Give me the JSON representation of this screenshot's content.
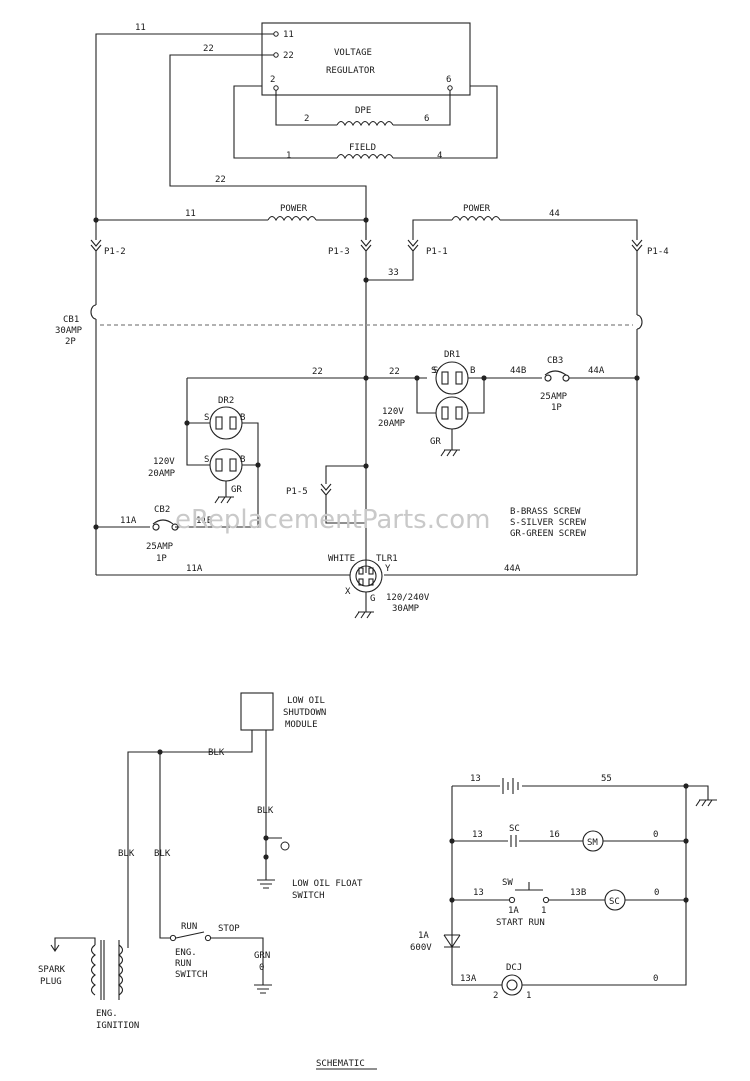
{
  "labels": {
    "vr_title1": "VOLTAGE",
    "vr_title2": "REGULATOR",
    "t11": "11",
    "t22": "22",
    "t2": "2",
    "t6": "6",
    "w11_top": "11",
    "w22_top": "22",
    "dpe": "DPE",
    "dpe_l": "2",
    "dpe_r": "6",
    "field": "FIELD",
    "field_l": "1",
    "field_r": "4",
    "w22_mid": "22",
    "power1": "POWER",
    "power2": "POWER",
    "w11_power": "11",
    "w44": "44",
    "p1_2": "P1-2",
    "p1_3": "P1-3",
    "p1_1": "P1-1",
    "p1_4": "P1-4",
    "w33": "33",
    "cb1_a": "CB1",
    "cb1_b": "30AMP",
    "cb1_c": "2P",
    "dr1": "DR1",
    "dr2": "DR2",
    "w22_dr2": "22",
    "w22_dr1": "22",
    "w44b": "44B",
    "cb3": "CB3",
    "w44a_cb3": "44A",
    "cb3_a": "25AMP",
    "cb3_b": "1P",
    "dr1_v": "120V",
    "dr1_a": "20AMP",
    "dr2_v": "120V",
    "dr2_a": "20AMP",
    "gr1": "GR",
    "gr2": "GR",
    "s": "S",
    "b": "B",
    "p1_5": "P1-5",
    "legend1": "B-BRASS SCREW",
    "legend2": "S-SILVER SCREW",
    "legend3": "GR-GREEN SCREW",
    "w11a_left": "11A",
    "cb2": "CB2",
    "w11b": "11B",
    "cb2_a": "25AMP",
    "cb2_b": "1P",
    "white": "WHITE",
    "tlr1": "TLR1",
    "x": "X",
    "y": "Y",
    "g": "G",
    "w11a_bottom": "11A",
    "w44a_bottom": "44A",
    "tlr_v": "120/240V",
    "tlr_a": "30AMP",
    "lo1": "LOW OIL",
    "lo2": "SHUTDOWN",
    "lo3": "MODULE",
    "blk1": "BLK",
    "blk2": "BLK",
    "blk3": "BLK",
    "blk4": "BLK",
    "float1": "LOW OIL FLOAT",
    "float2": "SWITCH",
    "run": "RUN",
    "stop": "STOP",
    "ers1": "ENG.",
    "ers2": "RUN",
    "ers3": "SWITCH",
    "grn": "GRN",
    "grn_0": "0",
    "spark1": "SPARK",
    "spark2": "PLUG",
    "ign1": "ENG.",
    "ign2": "IGNITION",
    "r13a": "13",
    "r55": "55",
    "r13b": "13",
    "sc1": "SC",
    "r16": "16",
    "sm": "SM",
    "r0a": "0",
    "sw": "SW",
    "r13c": "13",
    "r13bb": "13B",
    "sc2": "SC",
    "r0b": "0",
    "r1a": "1A",
    "r1": "1",
    "start_run": "START RUN",
    "d1a": "1A",
    "d600": "600V",
    "r13aa": "13A",
    "dcj": "DCJ",
    "r0c": "0",
    "dcj2": "2",
    "dcj1": "1",
    "caption": "SCHEMATIC",
    "watermark": "eReplacementParts.com"
  }
}
